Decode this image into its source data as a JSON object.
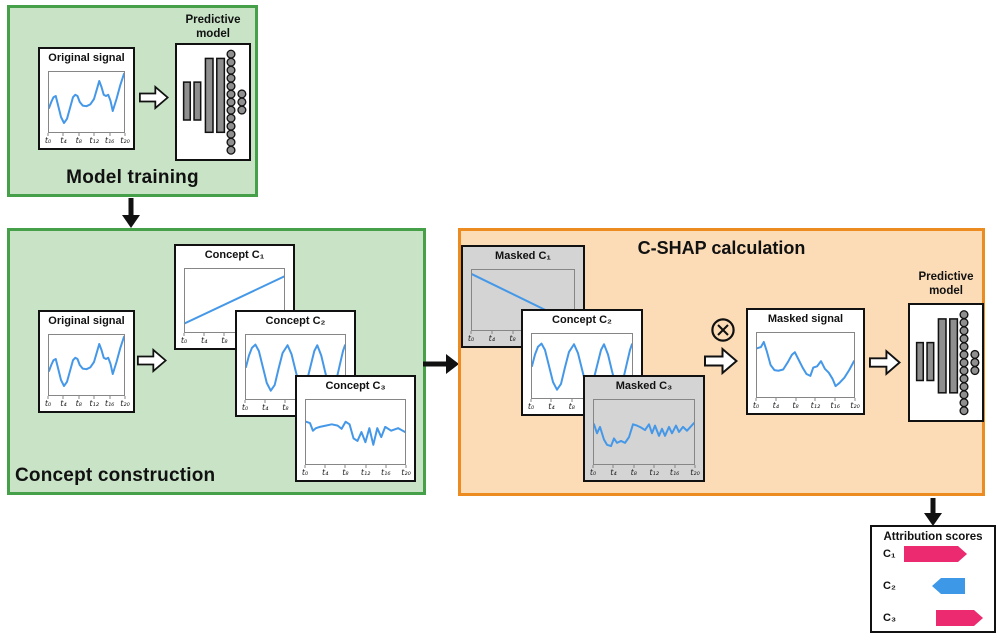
{
  "sections": {
    "model_training": {
      "label": "Model training"
    },
    "concept_construction": {
      "label": "Concept construction"
    },
    "cshap": {
      "title": "C-SHAP calculation"
    }
  },
  "predictive_model": {
    "line1": "Predictive",
    "line2": "model"
  },
  "ticks": [
    "t₀",
    "t₄",
    "t₈",
    "t₁₂",
    "t₁₆",
    "t₂₀"
  ],
  "cards": {
    "original_training": {
      "title": "Original signal",
      "variant": "white",
      "series": [
        [
          0,
          0.4
        ],
        [
          0.03,
          0.5
        ],
        [
          0.06,
          0.58
        ],
        [
          0.09,
          0.6
        ],
        [
          0.12,
          0.45
        ],
        [
          0.16,
          0.25
        ],
        [
          0.2,
          0.15
        ],
        [
          0.24,
          0.22
        ],
        [
          0.28,
          0.4
        ],
        [
          0.32,
          0.58
        ],
        [
          0.35,
          0.62
        ],
        [
          0.38,
          0.6
        ],
        [
          0.41,
          0.5
        ],
        [
          0.45,
          0.44
        ],
        [
          0.5,
          0.43
        ],
        [
          0.55,
          0.46
        ],
        [
          0.6,
          0.55
        ],
        [
          0.64,
          0.72
        ],
        [
          0.67,
          0.85
        ],
        [
          0.7,
          0.75
        ],
        [
          0.73,
          0.62
        ],
        [
          0.76,
          0.6
        ],
        [
          0.79,
          0.62
        ],
        [
          0.82,
          0.52
        ],
        [
          0.85,
          0.35
        ],
        [
          0.9,
          0.55
        ],
        [
          0.95,
          0.78
        ],
        [
          1,
          0.97
        ]
      ]
    },
    "original_construction": {
      "title": "Original signal",
      "variant": "white",
      "series": [
        [
          0,
          0.4
        ],
        [
          0.03,
          0.5
        ],
        [
          0.06,
          0.58
        ],
        [
          0.09,
          0.6
        ],
        [
          0.12,
          0.45
        ],
        [
          0.16,
          0.25
        ],
        [
          0.2,
          0.15
        ],
        [
          0.24,
          0.22
        ],
        [
          0.28,
          0.4
        ],
        [
          0.32,
          0.58
        ],
        [
          0.35,
          0.62
        ],
        [
          0.38,
          0.6
        ],
        [
          0.41,
          0.5
        ],
        [
          0.45,
          0.44
        ],
        [
          0.5,
          0.43
        ],
        [
          0.55,
          0.46
        ],
        [
          0.6,
          0.55
        ],
        [
          0.64,
          0.72
        ],
        [
          0.67,
          0.85
        ],
        [
          0.7,
          0.75
        ],
        [
          0.73,
          0.62
        ],
        [
          0.76,
          0.6
        ],
        [
          0.79,
          0.62
        ],
        [
          0.82,
          0.52
        ],
        [
          0.85,
          0.35
        ],
        [
          0.9,
          0.55
        ],
        [
          0.95,
          0.78
        ],
        [
          1,
          0.97
        ]
      ]
    },
    "concept_c1": {
      "title": "Concept C₁",
      "variant": "white",
      "series": [
        [
          0,
          0.14
        ],
        [
          1,
          0.88
        ]
      ]
    },
    "concept_c2": {
      "title": "Concept C₂",
      "variant": "white",
      "series": [
        [
          0,
          0.5
        ],
        [
          0.03,
          0.68
        ],
        [
          0.06,
          0.8
        ],
        [
          0.095,
          0.85
        ],
        [
          0.13,
          0.75
        ],
        [
          0.17,
          0.5
        ],
        [
          0.21,
          0.25
        ],
        [
          0.25,
          0.13
        ],
        [
          0.29,
          0.22
        ],
        [
          0.33,
          0.48
        ],
        [
          0.37,
          0.72
        ],
        [
          0.42,
          0.84
        ],
        [
          0.46,
          0.7
        ],
        [
          0.5,
          0.45
        ],
        [
          0.54,
          0.2
        ],
        [
          0.57,
          0.13
        ],
        [
          0.61,
          0.25
        ],
        [
          0.65,
          0.5
        ],
        [
          0.69,
          0.75
        ],
        [
          0.72,
          0.84
        ],
        [
          0.76,
          0.68
        ],
        [
          0.8,
          0.42
        ],
        [
          0.84,
          0.18
        ],
        [
          0.87,
          0.12
        ],
        [
          0.91,
          0.28
        ],
        [
          0.95,
          0.55
        ],
        [
          0.98,
          0.75
        ],
        [
          1,
          0.84
        ]
      ]
    },
    "concept_c3": {
      "title": "Concept C₃",
      "variant": "white",
      "series": [
        [
          0,
          0.66
        ],
        [
          0.04,
          0.64
        ],
        [
          0.07,
          0.52
        ],
        [
          0.1,
          0.56
        ],
        [
          0.14,
          0.58
        ],
        [
          0.2,
          0.6
        ],
        [
          0.26,
          0.62
        ],
        [
          0.32,
          0.6
        ],
        [
          0.36,
          0.55
        ],
        [
          0.4,
          0.66
        ],
        [
          0.44,
          0.62
        ],
        [
          0.48,
          0.4
        ],
        [
          0.52,
          0.36
        ],
        [
          0.56,
          0.5
        ],
        [
          0.6,
          0.34
        ],
        [
          0.64,
          0.56
        ],
        [
          0.68,
          0.3
        ],
        [
          0.72,
          0.56
        ],
        [
          0.76,
          0.42
        ],
        [
          0.8,
          0.58
        ],
        [
          0.86,
          0.52
        ],
        [
          0.93,
          0.56
        ],
        [
          1,
          0.5
        ]
      ]
    },
    "masked_c1": {
      "title": "Masked C₁",
      "variant": "masked",
      "series": [
        [
          0,
          0.93
        ],
        [
          1,
          0.1
        ]
      ]
    },
    "concept_c2_shap": {
      "title": "Concept C₂",
      "variant": "white",
      "series": [
        [
          0,
          0.5
        ],
        [
          0.03,
          0.68
        ],
        [
          0.06,
          0.8
        ],
        [
          0.095,
          0.85
        ],
        [
          0.13,
          0.75
        ],
        [
          0.17,
          0.5
        ],
        [
          0.21,
          0.25
        ],
        [
          0.25,
          0.13
        ],
        [
          0.29,
          0.22
        ],
        [
          0.33,
          0.48
        ],
        [
          0.37,
          0.72
        ],
        [
          0.42,
          0.84
        ],
        [
          0.46,
          0.7
        ],
        [
          0.5,
          0.45
        ],
        [
          0.54,
          0.2
        ],
        [
          0.57,
          0.13
        ],
        [
          0.61,
          0.25
        ],
        [
          0.65,
          0.5
        ],
        [
          0.69,
          0.75
        ],
        [
          0.72,
          0.84
        ],
        [
          0.76,
          0.68
        ],
        [
          0.8,
          0.42
        ],
        [
          0.84,
          0.18
        ],
        [
          0.87,
          0.12
        ],
        [
          0.91,
          0.28
        ],
        [
          0.95,
          0.55
        ],
        [
          0.98,
          0.75
        ],
        [
          1,
          0.84
        ]
      ]
    },
    "masked_c3": {
      "title": "Masked C₃",
      "variant": "masked",
      "series": [
        [
          0,
          0.62
        ],
        [
          0.03,
          0.48
        ],
        [
          0.06,
          0.58
        ],
        [
          0.1,
          0.38
        ],
        [
          0.13,
          0.3
        ],
        [
          0.17,
          0.28
        ],
        [
          0.2,
          0.4
        ],
        [
          0.23,
          0.33
        ],
        [
          0.27,
          0.36
        ],
        [
          0.31,
          0.33
        ],
        [
          0.35,
          0.42
        ],
        [
          0.39,
          0.62
        ],
        [
          0.43,
          0.6
        ],
        [
          0.47,
          0.57
        ],
        [
          0.51,
          0.53
        ],
        [
          0.55,
          0.62
        ],
        [
          0.58,
          0.48
        ],
        [
          0.61,
          0.6
        ],
        [
          0.65,
          0.44
        ],
        [
          0.68,
          0.55
        ],
        [
          0.71,
          0.44
        ],
        [
          0.75,
          0.58
        ],
        [
          0.78,
          0.48
        ],
        [
          0.82,
          0.6
        ],
        [
          0.85,
          0.5
        ],
        [
          0.89,
          0.58
        ],
        [
          0.93,
          0.52
        ],
        [
          1,
          0.64
        ]
      ]
    },
    "masked_signal": {
      "title": "Masked signal",
      "variant": "white",
      "series": [
        [
          0,
          0.76
        ],
        [
          0.04,
          0.78
        ],
        [
          0.07,
          0.86
        ],
        [
          0.1,
          0.72
        ],
        [
          0.14,
          0.5
        ],
        [
          0.18,
          0.42
        ],
        [
          0.22,
          0.41
        ],
        [
          0.27,
          0.43
        ],
        [
          0.32,
          0.55
        ],
        [
          0.36,
          0.66
        ],
        [
          0.39,
          0.7
        ],
        [
          0.43,
          0.58
        ],
        [
          0.47,
          0.46
        ],
        [
          0.51,
          0.36
        ],
        [
          0.55,
          0.33
        ],
        [
          0.58,
          0.46
        ],
        [
          0.62,
          0.48
        ],
        [
          0.66,
          0.56
        ],
        [
          0.7,
          0.44
        ],
        [
          0.74,
          0.38
        ],
        [
          0.78,
          0.28
        ],
        [
          0.81,
          0.17
        ],
        [
          0.85,
          0.22
        ],
        [
          0.9,
          0.3
        ],
        [
          0.95,
          0.42
        ],
        [
          1,
          0.56
        ]
      ]
    }
  },
  "attribution": {
    "title": "Attribution scores",
    "rows": [
      {
        "label": "C₁",
        "direction": "right",
        "color": "#eb2a70",
        "offset": 32,
        "length": 63,
        "top": 19
      },
      {
        "label": "C₂",
        "direction": "left",
        "color": "#3e98e8",
        "offset": 60,
        "length": 33,
        "top": 51
      },
      {
        "label": "C₃",
        "direction": "right",
        "color": "#eb2a70",
        "offset": 64,
        "length": 47,
        "top": 83
      }
    ]
  },
  "colors": {
    "signal_blue": "#4598e8",
    "green_fill": "#c8e3c6",
    "green_border": "#45a049",
    "orange_fill": "#fbdcb7",
    "orange_border": "#ec8b20",
    "masked_fill": "#d4d4d4",
    "node_gray": "#8f8f8f",
    "attr_pink": "#eb2a70",
    "attr_blue": "#3e98e8"
  }
}
